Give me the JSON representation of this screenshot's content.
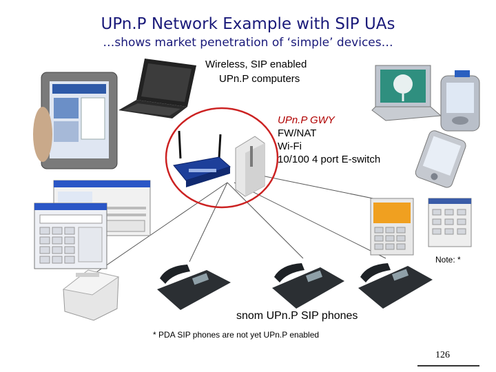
{
  "slide": {
    "title": "UPn.P Network Example with SIP UAs",
    "subtitle": "…shows market penetration of ‘simple’ devices…",
    "page_number": "126"
  },
  "labels": {
    "wireless_line1": "Wireless, SIP enabled",
    "wireless_line2": "UPn.P computers",
    "gateway_title": "UPn.P GWY",
    "gateway_line1": "FW/NAT",
    "gateway_line2": "Wi-Fi",
    "gateway_line3": "10/100 4 port E-switch",
    "note": "Note: *",
    "phones": "snom UPn.P SIP phones",
    "footnote": "* PDA SIP phones are not yet UPn.P enabled"
  },
  "screens": {
    "messenger_title": "Windows Messenger",
    "phone_app_title": "Phone"
  },
  "colors": {
    "title": "#1a1a7a",
    "gateway_circle": "#cc2222",
    "gateway_text": "#b00000",
    "phone_body": "#2b2f33",
    "router_blue": "#1d3f9a"
  }
}
